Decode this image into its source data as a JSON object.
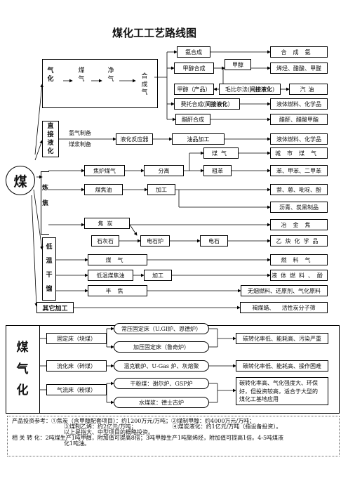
{
  "title": "煤化工工艺路线图",
  "coal": "煤",
  "gasification": {
    "cols": [
      "气化",
      "煤气",
      "净气",
      "合成气"
    ],
    "products": {
      "ammonia_syn": "氨合成",
      "methanol_syn": "甲醇合成",
      "methanol": "甲醇",
      "methanol_product": "甲醇（产品）",
      "mobil_pre": "毛比尔法(",
      "mobil_bold": "间接液化",
      "mobil_post": ")",
      "ft_pre": "费托合成(",
      "ft_bold": "间接液化",
      "ft_post": "）",
      "acetic_syn": "醋酐合成",
      "out_ammonia": "合成氨",
      "out_olefin": "烯烃、醋酸、甲醛",
      "out_gasoline": "汽油",
      "out_fuel1": "液体燃料、化学品",
      "out_acetic": "醋酐、醋酸甲酯"
    }
  },
  "direct_liq": {
    "label": "直接液化",
    "hydrogen": "氢气制备",
    "slurry": "煤浆制备",
    "reactor": "液化反应器",
    "oil_proc": "油品加工",
    "out": "液体燃料、化学品"
  },
  "coking": {
    "label": "炼焦",
    "gas_label": "煤气",
    "city_gas": "城市煤气",
    "coke_gas": "焦炉煤气",
    "separation": "分离",
    "crude_benzene": "粗苯",
    "out_benzene": "苯、甲苯、二甲苯",
    "coal_tar": "煤焦油",
    "processing": "加工",
    "out_naph": "萘、蒽、吡啶、酚",
    "out_asphalt": "沥青、炭黑制品",
    "coke": "焦炭",
    "out_metal": "冶金焦",
    "limestone": "石灰石",
    "furnace": "电石炉",
    "carbide": "电石",
    "out_acetylene": "乙炔化学品"
  },
  "low_temp": {
    "label": "低温干馏",
    "gas": "煤气",
    "out_fuel_gas": "燃料气",
    "tar": "低温煤焦油",
    "processing": "加工",
    "out_liquid_fuel": "液体燃料、酚",
    "semi_coke": "半焦",
    "out_semi": "无烟燃料、还原剂、气化原料"
  },
  "other": {
    "label": "其它加工",
    "out": "褐煤蜡、    活性炭分子筛"
  },
  "gasifier": {
    "title": "煤气化",
    "fixed": "固定床（块煤）",
    "fixed_atm": "常压固定床（U.GI炉、恩德炉）",
    "fixed_press": "加压固定床（鲁奇炉）",
    "fixed_note": "碳转化率低、能耗高、污染严重",
    "fluid": "流化床（碎煤）",
    "fluid_types": "温克勒炉、U-Gas 炉、灰熔聚",
    "fluid_note": "碳转化率低、能耗高、操作困难",
    "entrained": "气流床（粉煤）",
    "dry": "干粉煤：谢尔炉、GSP炉",
    "water": "水煤浆：德士古炉",
    "entrained_note": [
      "碳转化率高、气化强度大、环保",
      "好，但投资较高，适合于大型的",
      "煤化工基地应用"
    ]
  },
  "notes": {
    "l1": "产品投资参考：①焦炭（含甲醇配套项目）：约1200万元/万吨；②煤制甲醇：约4000万元/万吨；",
    "l2": "③煤制乙烯：约2亿元/万吨；                    ④煤炭液化：约1亿元/万吨（指设备投资）。",
    "l3": "以上是指大、中型项目的概略投资。",
    "l4": "相 关 转 化：2吨煤生产1吨甲醇，附加值可提高8倍；3吨甲醇生产1吨聚烯烃，附加值可提高1倍。4-5吨煤液",
    "l5": "化1吨油。"
  }
}
